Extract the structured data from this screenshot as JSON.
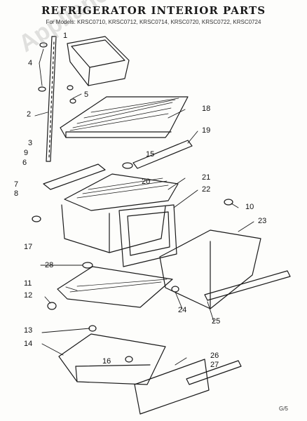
{
  "title": "REFRIGERATOR INTERIOR PARTS",
  "subtitle": "For Models: KRSC0710, KRSC0712, KRSC0714, KRSC0720, KRSC0722, KRSC0724",
  "watermark": "AppliancePartsPros.com",
  "corner_note": "G/5",
  "callouts": [
    {
      "id": "1",
      "label": "1"
    },
    {
      "id": "2",
      "label": "2"
    },
    {
      "id": "3",
      "label": "3"
    },
    {
      "id": "4",
      "label": "4"
    },
    {
      "id": "5",
      "label": "5"
    },
    {
      "id": "6",
      "label": "6"
    },
    {
      "id": "7",
      "label": "7"
    },
    {
      "id": "8",
      "label": "8"
    },
    {
      "id": "9",
      "label": "9"
    },
    {
      "id": "10",
      "label": "10"
    },
    {
      "id": "11",
      "label": "11"
    },
    {
      "id": "12",
      "label": "12"
    },
    {
      "id": "13",
      "label": "13"
    },
    {
      "id": "14",
      "label": "14"
    },
    {
      "id": "15",
      "label": "15"
    },
    {
      "id": "16",
      "label": "16"
    },
    {
      "id": "17",
      "label": "17"
    },
    {
      "id": "18",
      "label": "18"
    },
    {
      "id": "19",
      "label": "19"
    },
    {
      "id": "20",
      "label": "20"
    },
    {
      "id": "21",
      "label": "21"
    },
    {
      "id": "22",
      "label": "22"
    },
    {
      "id": "23",
      "label": "23"
    },
    {
      "id": "24",
      "label": "24"
    },
    {
      "id": "25",
      "label": "25"
    },
    {
      "id": "26",
      "label": "26"
    },
    {
      "id": "27",
      "label": "27"
    },
    {
      "id": "28",
      "label": "28"
    }
  ]
}
